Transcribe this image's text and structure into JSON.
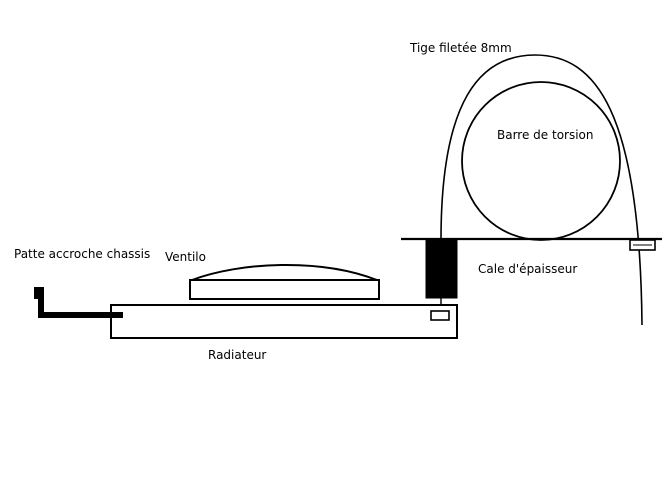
{
  "labels": {
    "tige": "Tige filetée 8mm",
    "barre": "Barre de torsion",
    "patte": "Patte accroche chassis",
    "ventilo": "Ventilo",
    "cale": "Cale d'épaisseur",
    "radiateur": "Radiateur"
  },
  "colors": {
    "stroke": "#000000",
    "background": "#ffffff"
  }
}
